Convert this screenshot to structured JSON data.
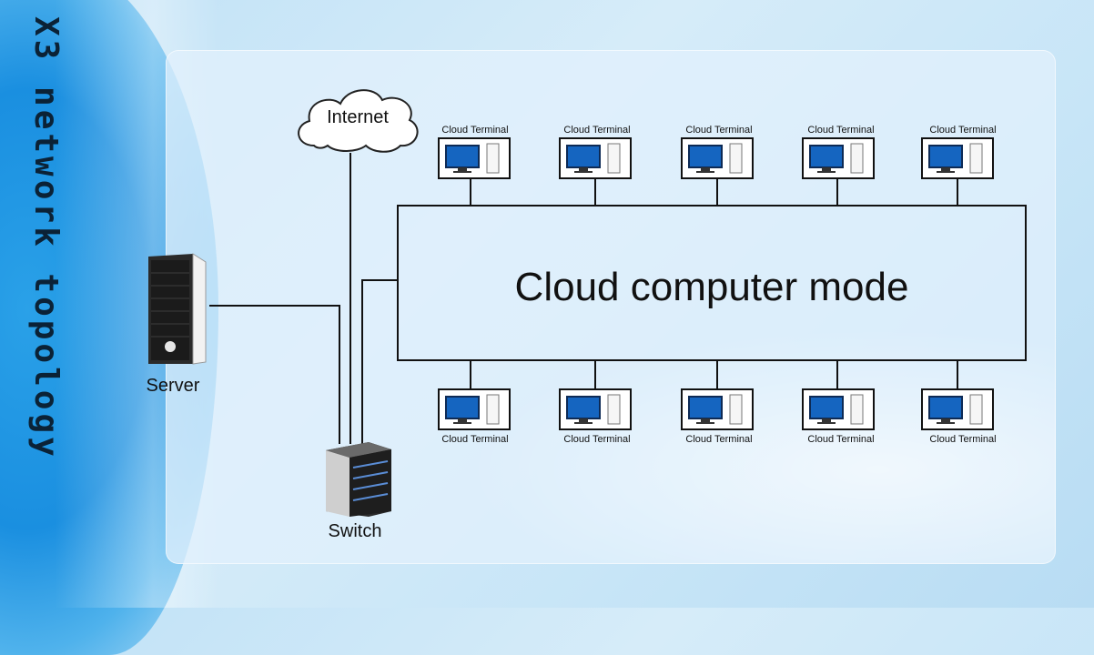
{
  "title": "X3 network topology",
  "main_box_label": "Cloud computer mode",
  "internet_label": "Internet",
  "server_label": "Server",
  "switch_label": "Switch",
  "terminal_label": "Cloud Terminal",
  "terminals_top": [
    "Cloud Terminal",
    "Cloud Terminal",
    "Cloud Terminal",
    "Cloud Terminal",
    "Cloud Terminal"
  ],
  "terminals_bottom": [
    "Cloud Terminal",
    "Cloud Terminal",
    "Cloud Terminal",
    "Cloud Terminal",
    "Cloud Terminal"
  ],
  "colors": {
    "line": "#111111",
    "monitor_screen": "#1565c0",
    "server_body": "#2a2a2a",
    "background_accent": "#1a8fe0"
  }
}
